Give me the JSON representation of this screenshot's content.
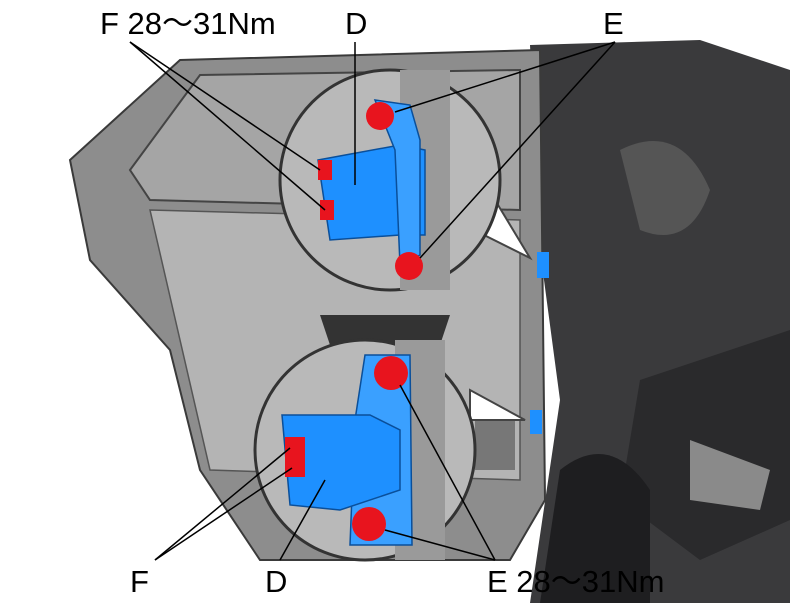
{
  "labels": {
    "top_f": "F 28～31Nm",
    "top_d": "D",
    "top_e": "E",
    "bottom_f": "F",
    "bottom_d": "D",
    "bottom_e": "E 28～31Nm"
  },
  "colors": {
    "hinge": "#1e90ff",
    "bolt": "#e8141e",
    "body": "#7a7a7a",
    "dark_body": "#2e2e30"
  }
}
